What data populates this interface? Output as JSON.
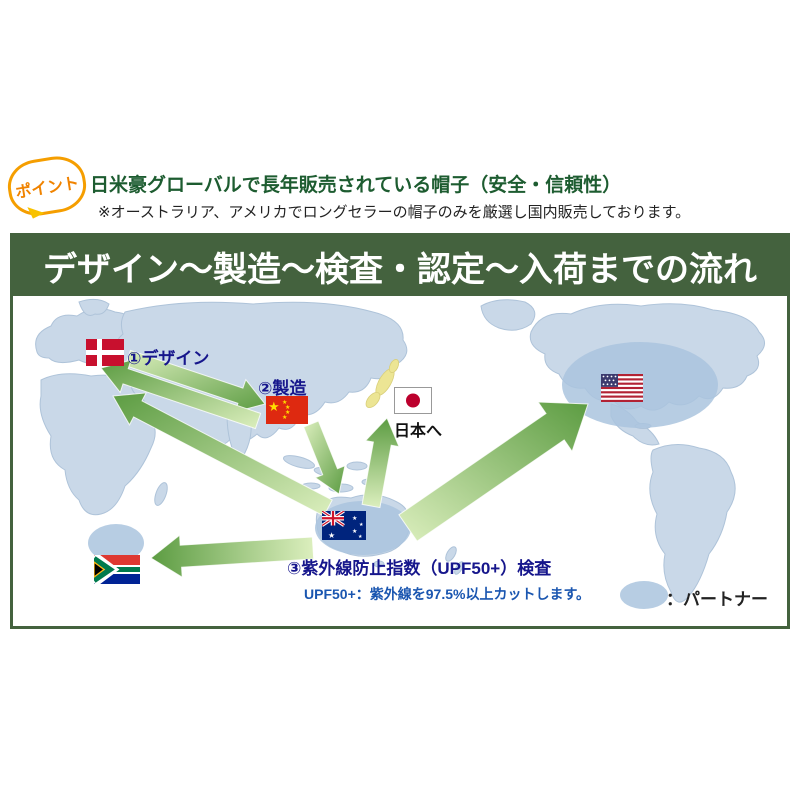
{
  "point_badge": {
    "label": "ポイント"
  },
  "intro": {
    "headline": "日米豪グローバルで長年販売されている帽子（安全・信頼性）",
    "note": "※オーストラリア、アメリカでロングセラーの帽子のみを厳選し国内販売しております。"
  },
  "diagram": {
    "title": "デザイン～製造～検査・認定～入荷までの流れ",
    "steps": {
      "design": "①デザイン",
      "manufacture": "②製造",
      "to_japan": "日本へ",
      "inspection": "③紫外線防止指数（UPF50+）検査",
      "upf_note": "UPF50+：紫外線を97.5%以上カットします。"
    },
    "legend": {
      "partner": "：パートナー"
    },
    "flags": [
      {
        "name": "denmark",
        "role": "design"
      },
      {
        "name": "china",
        "role": "manufacture"
      },
      {
        "name": "japan",
        "role": "destination"
      },
      {
        "name": "usa",
        "role": "partner"
      },
      {
        "name": "australia",
        "role": "inspection"
      },
      {
        "name": "south-africa",
        "role": "partner"
      }
    ],
    "colors": {
      "header_green": "#44623e",
      "headline_green": "#1d5c30",
      "label_navy": "#16168c",
      "upf_blue": "#1a56b0",
      "arrow_light": "#dcefbe",
      "arrow_dark": "#5c9c42",
      "partner_ellipse": "#aac4de",
      "map_land": "#c9d8e8"
    }
  }
}
